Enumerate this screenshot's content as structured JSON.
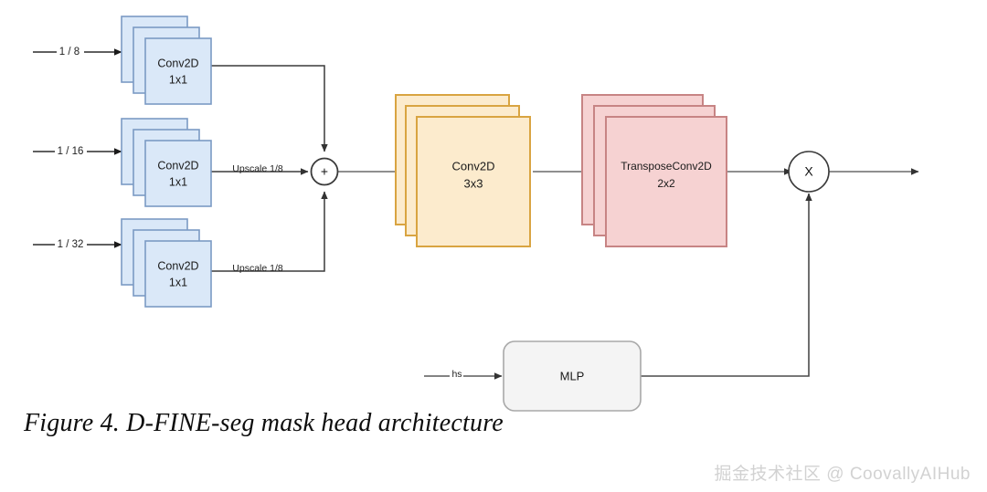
{
  "figure": {
    "caption": "Figure 4. D-FINE-seg mask head architecture",
    "watermark": "掘金技术社区 @ CoovallyAIHub"
  },
  "colors": {
    "blue_fill": "#dae8f8",
    "blue_stroke": "#7b9ac4",
    "yellow_fill": "#fcebcd",
    "yellow_stroke": "#d9a441",
    "pink_fill": "#f6d2d2",
    "pink_stroke": "#c78484",
    "grey_fill": "#f4f4f4",
    "grey_stroke": "#a8a8a8",
    "edge": "#5a5a5a",
    "arrow_dark": "#1a1a1a",
    "text": "#1a1a1a"
  },
  "inputs": [
    {
      "label": "1 / 8"
    },
    {
      "label": "1 / 16"
    },
    {
      "label": "1 / 32"
    }
  ],
  "blocks": {
    "conv1x1_a": {
      "title": "Conv2D",
      "subtitle": "1x1",
      "color": "blue"
    },
    "conv1x1_b": {
      "title": "Conv2D",
      "subtitle": "1x1",
      "color": "blue"
    },
    "conv1x1_c": {
      "title": "Conv2D",
      "subtitle": "1x1",
      "color": "blue"
    },
    "conv3x3": {
      "title": "Conv2D",
      "subtitle": "3x3",
      "color": "yellow"
    },
    "transpose": {
      "title": "TransposeConv2D",
      "subtitle": "2x2",
      "color": "pink"
    },
    "mlp": {
      "title": "MLP",
      "color": "grey"
    }
  },
  "edge_labels": {
    "upscale_mid": "Upscale 1/8",
    "upscale_low": "Upscale 1/8",
    "hs": "hs"
  },
  "operators": {
    "add": {
      "glyph": "+",
      "name": "sum-node"
    },
    "multiply": {
      "glyph": "X",
      "name": "multiply-node"
    }
  }
}
